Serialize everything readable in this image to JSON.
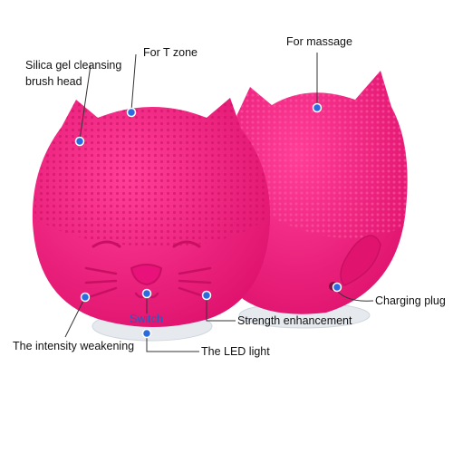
{
  "product": {
    "name": "silicone facial cleansing brush",
    "color": "#ff1e86",
    "dark_color": "#c90f63",
    "base_color": "#e6eaef",
    "dot_color": "#2a6be0"
  },
  "labels": {
    "brush_head_line1": "Silica gel cleansing",
    "brush_head_line2": "brush head",
    "t_zone": "For T zone",
    "massage": "For massage",
    "charging_plug": "Charging plug",
    "switch": "Switch",
    "strength_enhancement": "Strength enhancement",
    "led_light": "The LED light",
    "intensity_weakening": "The intensity weakening"
  }
}
